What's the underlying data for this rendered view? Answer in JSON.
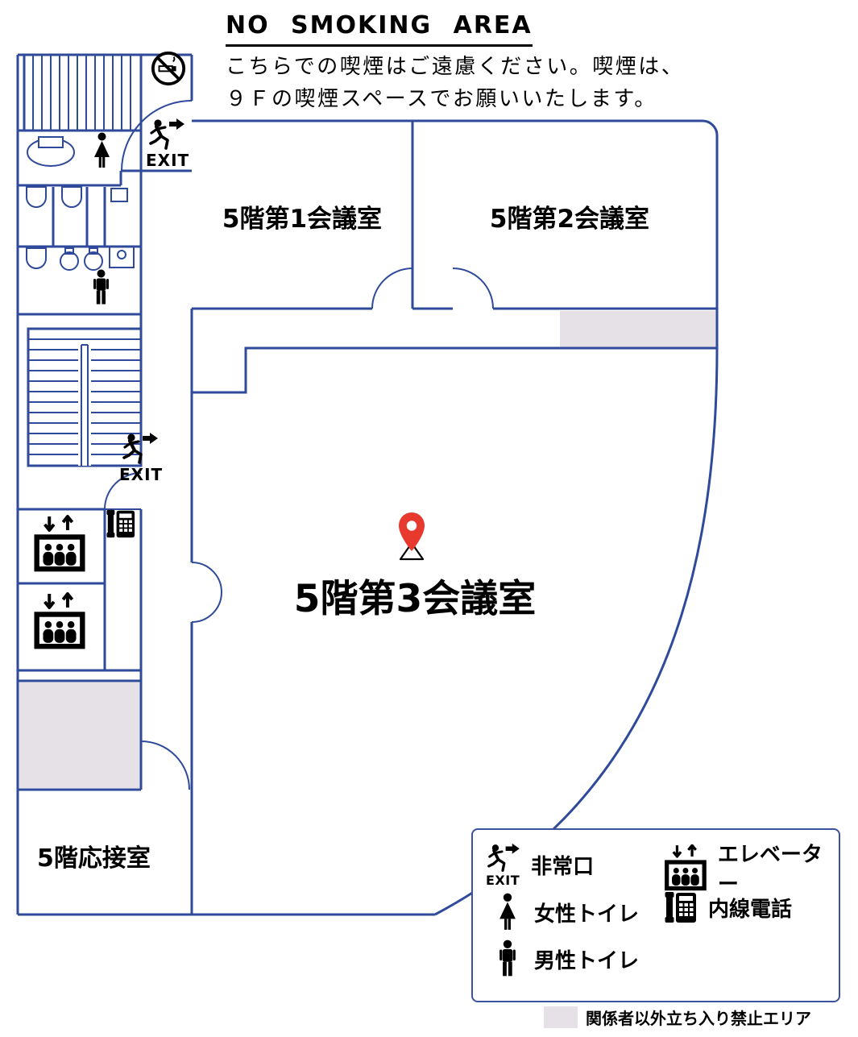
{
  "header": {
    "title": "NO SMOKING AREA",
    "note_line1": "こちらでの喫煙はご遠慮ください。喫煙は、",
    "note_line2": "９Ｆの喫煙スペースでお願いいたします。"
  },
  "rooms": {
    "meeting1": "5階第1会議室",
    "meeting2": "5階第2会議室",
    "meeting3": "5階第3会議室",
    "reception": "5階応接室"
  },
  "exit_label": "EXIT",
  "legend": {
    "emergency_exit": "非常口",
    "womens_toilet": "女性トイレ",
    "mens_toilet": "男性トイレ",
    "elevator": "エレベーター",
    "internal_phone": "内線電話"
  },
  "footer": {
    "restricted_area": "関係者以外立ち入り禁止エリア"
  },
  "icons": [
    "no-smoking-icon",
    "running-man-exit-icon",
    "female-figure-icon",
    "male-figure-icon",
    "elevator-icon",
    "internal-phone-icon",
    "map-pin-icon"
  ],
  "colors": {
    "wall": "#2f4a9a",
    "restricted": "#e5e1e6",
    "pin": "#e8392f"
  }
}
